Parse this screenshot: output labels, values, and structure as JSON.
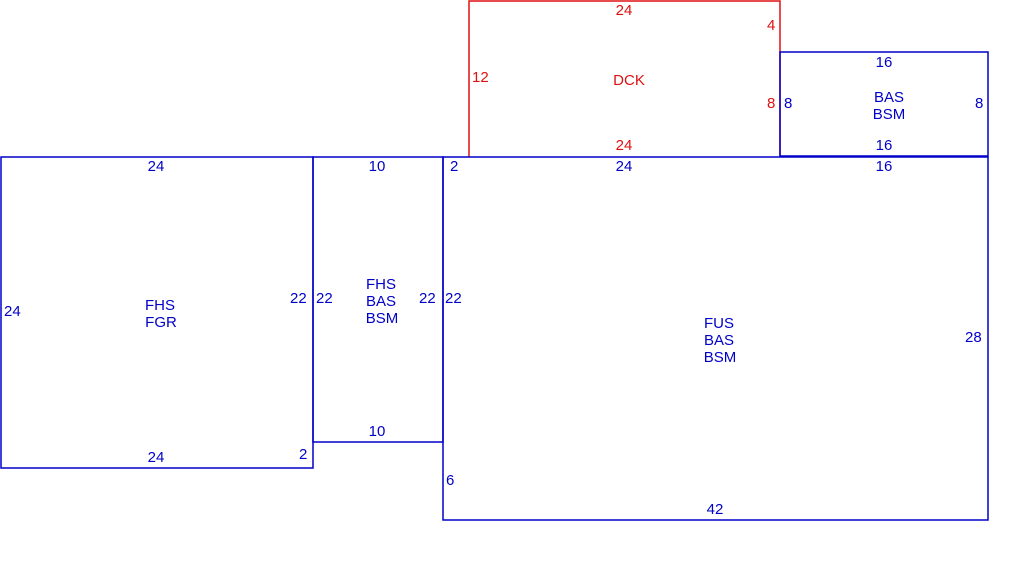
{
  "colors": {
    "structure": "#0000c8",
    "deck": "#e01010"
  },
  "areas": {
    "deck": {
      "code": "DCK",
      "dims": {
        "top": "24",
        "bottom": "24",
        "left": "12",
        "right_upper": "4",
        "right_lower": "8"
      }
    },
    "bas_bsm_small": {
      "line1": "BAS",
      "line2": "BSM",
      "dims": {
        "top": "16",
        "bottom": "16",
        "left": "8",
        "right": "8"
      }
    },
    "fhs_fgr": {
      "line1": "FHS",
      "line2": "FGR",
      "dims": {
        "top": "24",
        "bottom": "24",
        "left": "24",
        "right": "22",
        "bottom_right": "2"
      }
    },
    "fhs_bas_bsm": {
      "line1": "FHS",
      "line2": "BAS",
      "line3": "BSM",
      "dims": {
        "top": "10",
        "bottom": "10",
        "left": "22",
        "right": "22"
      }
    },
    "fus_bas_bsm": {
      "line1": "FUS",
      "line2": "BAS",
      "line3": "BSM",
      "dims": {
        "top_left": "2",
        "top_mid": "24",
        "top_right": "16",
        "left": "22",
        "right": "28",
        "lower_left": "6",
        "bottom": "42"
      }
    }
  }
}
